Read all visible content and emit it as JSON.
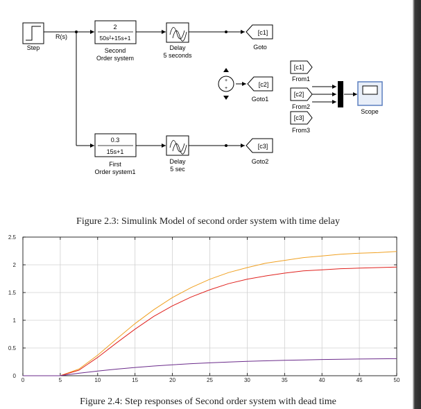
{
  "diagram": {
    "step": {
      "label": "Step"
    },
    "signal": {
      "label": "R(s)"
    },
    "second_order": {
      "numerator": "2",
      "denominator": "50s²+15s+1",
      "label_line1": "Second",
      "label_line2": "Order system"
    },
    "first_order": {
      "numerator": "0.3",
      "denominator": "15s+1",
      "label_line1": "First",
      "label_line2": "Order system1"
    },
    "delay1": {
      "label_line1": "Delay",
      "label_line2": "5 seconds"
    },
    "delay2": {
      "label_line1": "Delay",
      "label_line2": "5 sec"
    },
    "goto": {
      "tag": "[c1]",
      "label": "Goto"
    },
    "goto1": {
      "tag": "[c2]",
      "label": "Goto1"
    },
    "goto2": {
      "tag": "[c3]",
      "label": "Goto2"
    },
    "from1": {
      "tag": "[c1]",
      "label": "From1"
    },
    "from2": {
      "tag": "[c2]",
      "label": "From2"
    },
    "from3": {
      "tag": "[c3]",
      "label": "From3"
    },
    "scope": {
      "label": "Scope"
    }
  },
  "captions": {
    "figure_2_3": "Figure 2.3: Simulink Model of second order system with time delay",
    "figure_2_4": "Figure 2.4: Step responses of Second order system with dead time"
  },
  "chart_data": {
    "type": "line",
    "title": "",
    "xlabel": "",
    "ylabel": "",
    "xlim": [
      0,
      50
    ],
    "ylim": [
      0,
      2.5
    ],
    "grid": true,
    "xticks": [
      0,
      5,
      10,
      15,
      20,
      25,
      30,
      35,
      40,
      45,
      50
    ],
    "xtick_labels": [
      "0",
      "5",
      "10",
      "15",
      "20",
      "25",
      "30",
      "35",
      "40",
      "45",
      "50"
    ],
    "yticks": [
      0,
      0.5,
      1,
      1.5,
      2,
      2.5
    ],
    "ytick_labels": [
      "0",
      "0.5",
      "1",
      "1.5",
      "2",
      "2.5"
    ],
    "x": [
      0,
      5,
      7.5,
      10,
      12.5,
      15,
      17.5,
      20,
      22.5,
      25,
      27.5,
      30,
      32.5,
      35,
      37.5,
      40,
      42.5,
      45,
      47.5,
      50
    ],
    "series": [
      {
        "color": "#f0a020",
        "values": [
          0,
          0,
          0.12,
          0.37,
          0.66,
          0.94,
          1.19,
          1.41,
          1.59,
          1.74,
          1.86,
          1.95,
          2.03,
          2.08,
          2.13,
          2.16,
          2.19,
          2.21,
          2.22,
          2.24
        ]
      },
      {
        "color": "#e0201c",
        "values": [
          0,
          0,
          0.1,
          0.33,
          0.59,
          0.84,
          1.07,
          1.26,
          1.42,
          1.55,
          1.66,
          1.74,
          1.8,
          1.85,
          1.89,
          1.91,
          1.93,
          1.94,
          1.95,
          1.96
        ]
      },
      {
        "color": "#6a2a8a",
        "values": [
          0,
          0,
          0.045,
          0.084,
          0.119,
          0.149,
          0.175,
          0.197,
          0.217,
          0.233,
          0.247,
          0.259,
          0.269,
          0.278,
          0.285,
          0.292,
          0.297,
          0.301,
          0.305,
          0.308
        ]
      }
    ]
  }
}
